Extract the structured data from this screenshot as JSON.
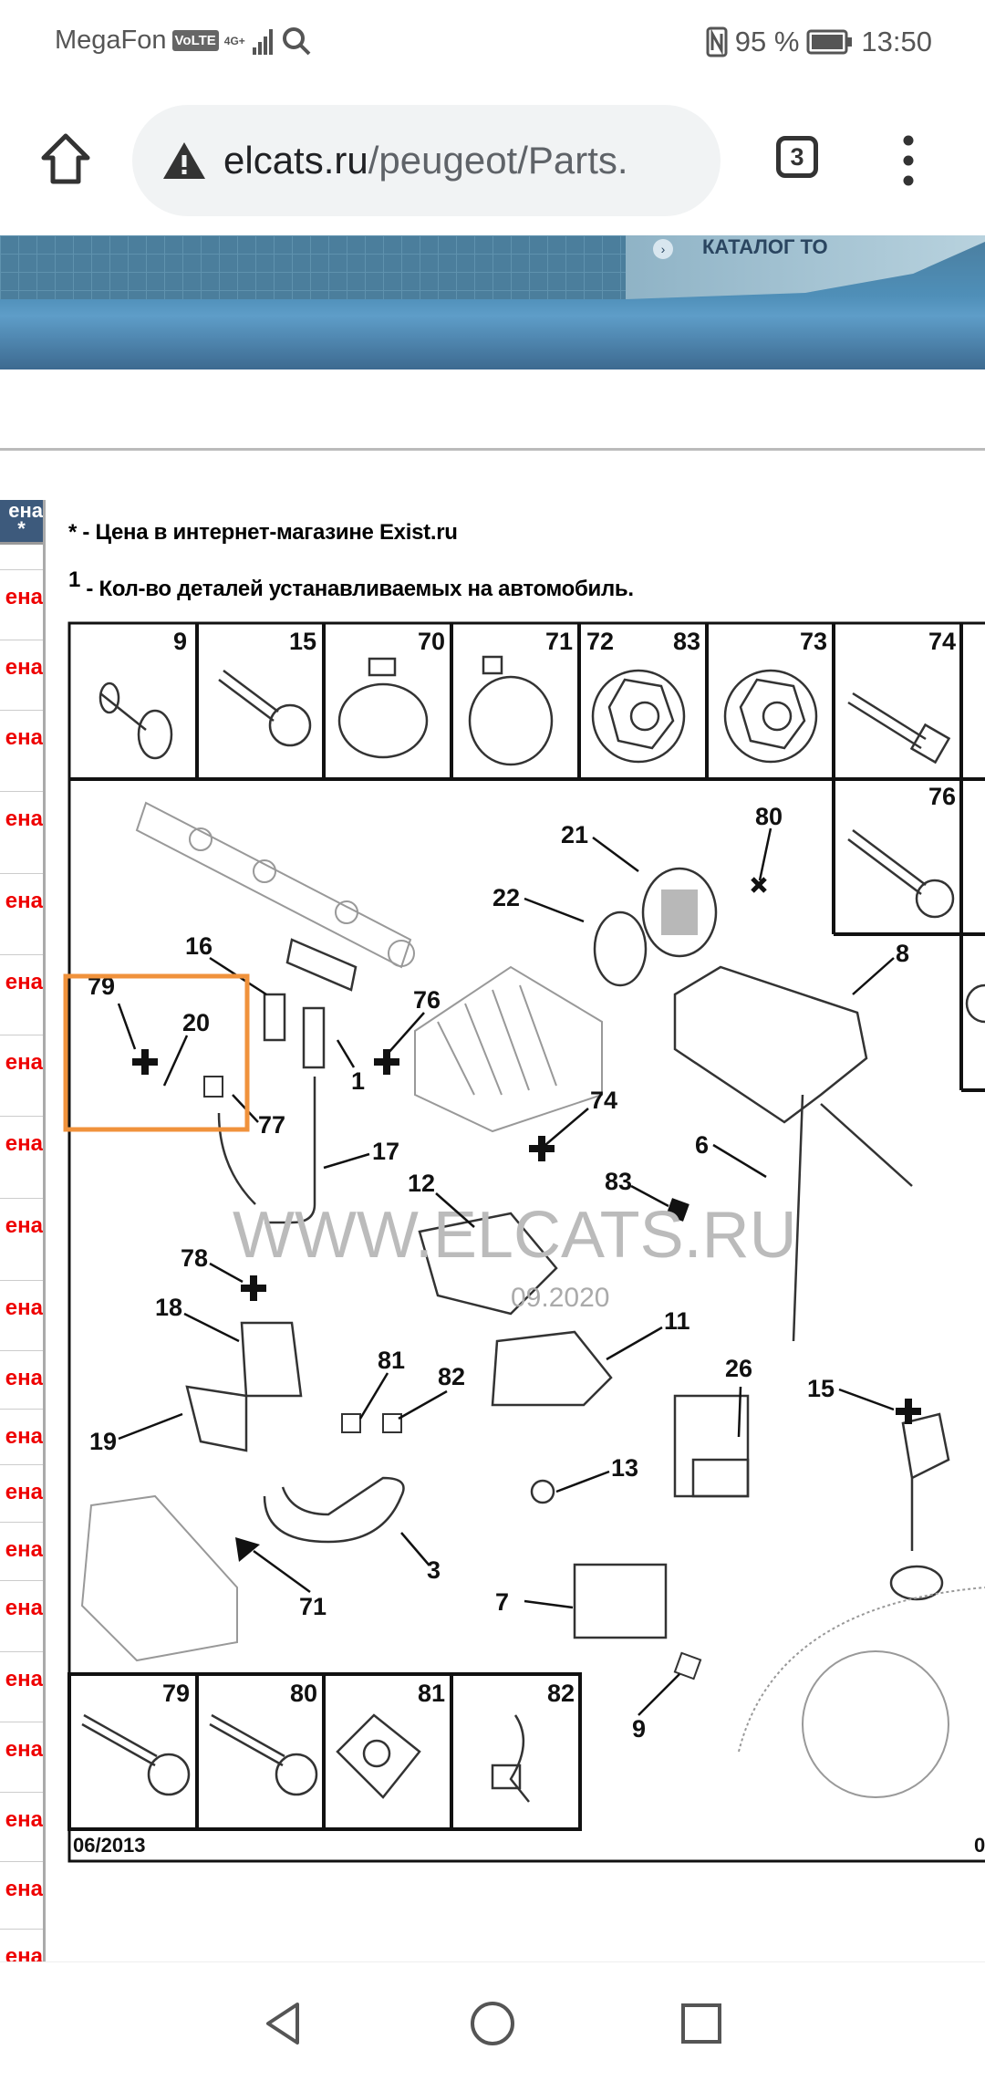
{
  "status_bar": {
    "carrier": "MegaFon",
    "volte": "VoLTE",
    "network": "4G+",
    "battery": "95 %",
    "time": "13:50"
  },
  "browser": {
    "url_host": "elcats.ru",
    "url_path": "/peugeot/Parts.",
    "tab_count": "3"
  },
  "banner": {
    "menu_item": "КАТАЛОГ ТО"
  },
  "price_column": {
    "header": "ена",
    "header_mark": "*",
    "cells": [
      "ена",
      "ена",
      "ена",
      "ена",
      "ена",
      "ена",
      "ена",
      "ена",
      "ена",
      "ена",
      "ена",
      "ена",
      "ена",
      "ена",
      "ена",
      "ена",
      "ена",
      "ена",
      "ена",
      "ена"
    ]
  },
  "notes": {
    "price_note": "* - Цена в интернет-магазине Exist.ru",
    "qty_mark": "1",
    "qty_note": " - Кол-во деталей устанавливаемых на автомобиль."
  },
  "diagram": {
    "top_row_labels": [
      "9",
      "15",
      "70",
      "71",
      "72",
      "83",
      "73",
      "74"
    ],
    "side_labels": [
      "76"
    ],
    "bottom_row_labels": [
      "79",
      "80",
      "81",
      "82"
    ],
    "callouts": [
      "21",
      "80",
      "22",
      "8",
      "16",
      "79",
      "20",
      "76",
      "1",
      "77",
      "74",
      "17",
      "6",
      "12",
      "83",
      "78",
      "18",
      "11",
      "81",
      "82",
      "26",
      "15",
      "19",
      "13",
      "3",
      "71",
      "7",
      "9"
    ],
    "watermark": "WWW.ELCATS.RU",
    "watermark_date": "09.2020",
    "date_left": "06/2013",
    "date_right": "0",
    "highlight_color": "#f0923c"
  }
}
